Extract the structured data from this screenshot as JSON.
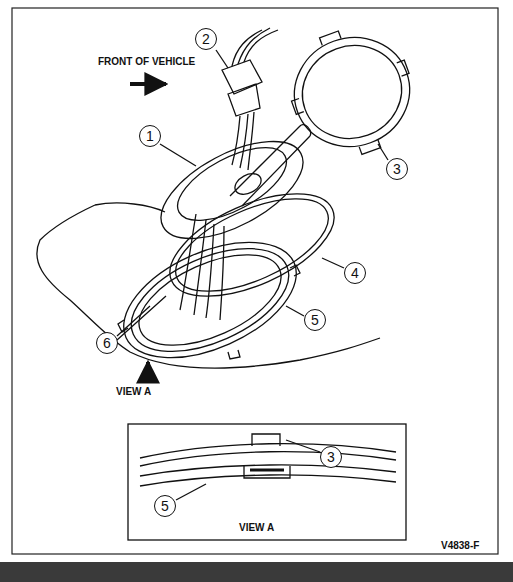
{
  "diagram": {
    "labels": [
      "2",
      "FRONT OF VEHICLE",
      "1",
      "3",
      "4",
      "5",
      "6",
      "VIEW A",
      "3",
      "5",
      "VIEW A",
      "V4838-F"
    ]
  }
}
